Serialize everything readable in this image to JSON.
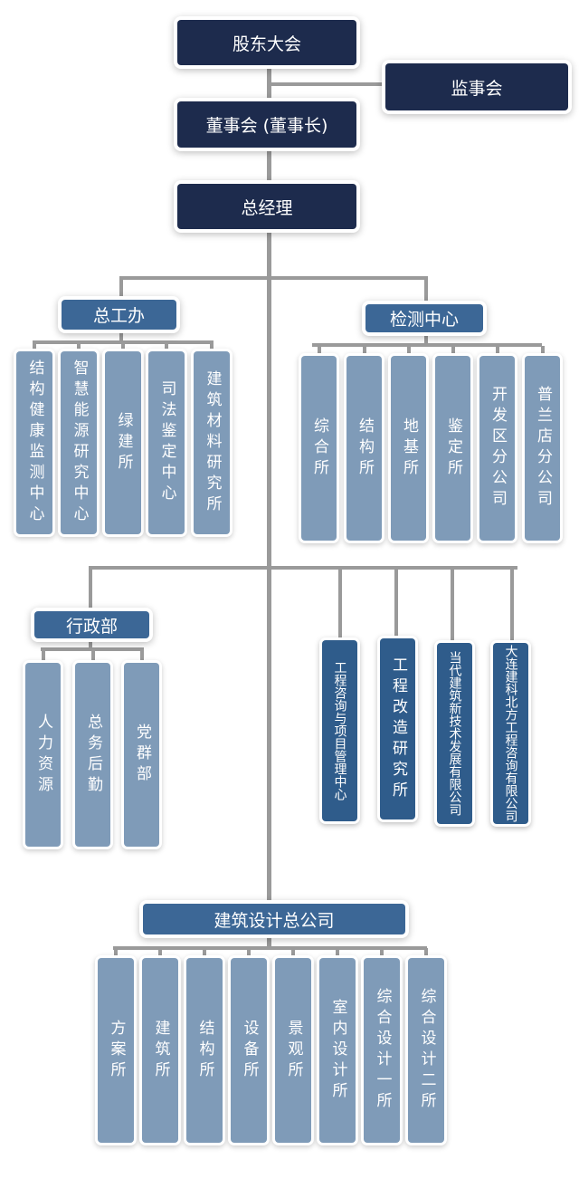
{
  "top": {
    "shareholders": "股东大会",
    "supervisors": "监事会",
    "board": "董事会 (董事长)",
    "gm": "总经理"
  },
  "zonggongban": {
    "title": "总工办",
    "children": [
      "结构健康监测中心",
      "智慧能源研究中心",
      "绿建所",
      "司法鉴定中心",
      "建筑材料研究所"
    ]
  },
  "jiance": {
    "title": "检测中心",
    "children": [
      "综合所",
      "结构所",
      "地基所",
      "鉴定所",
      "开发区分公司",
      "普兰店分公司"
    ]
  },
  "xingzheng": {
    "title": "行政部",
    "children": [
      "人力资源",
      "总务后勤",
      "党群部"
    ]
  },
  "direct": [
    "工程咨询与项目管理中心",
    "工程改造研究所",
    "当代建筑新技术发展有限公司",
    "大连建科北方工程咨询有限公司"
  ],
  "sheji": {
    "title": "建筑设计总公司",
    "children": [
      "方案所",
      "建筑所",
      "结构所",
      "设备所",
      "景观所",
      "室内设计所",
      "综合设计一所",
      "综合设计二所"
    ]
  }
}
